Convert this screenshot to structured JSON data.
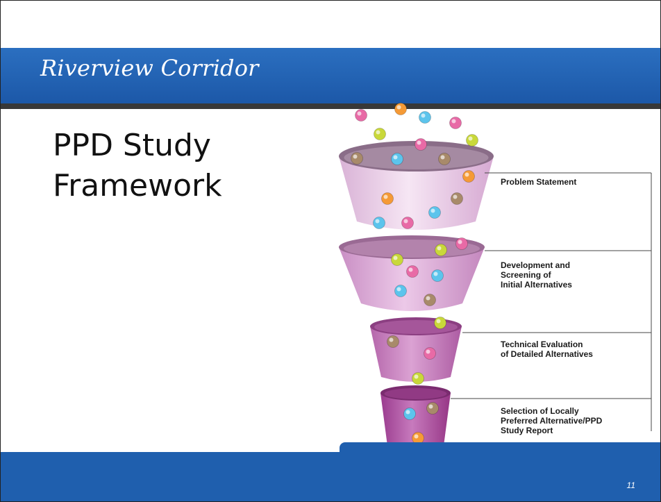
{
  "header": {
    "title": "Riverview Corridor"
  },
  "slide": {
    "title_line1": "PPD Study",
    "title_line2": "Framework",
    "page_number": "11"
  },
  "stages": [
    {
      "lines": [
        "Problem Statement"
      ]
    },
    {
      "lines": [
        "Development and",
        "Screening of",
        "Initial Alternatives"
      ]
    },
    {
      "lines": [
        "Technical Evaluation",
        "of Detailed Alternatives"
      ]
    },
    {
      "lines": [
        "Selection of Locally",
        "Preferred Alternative/PPD",
        "Study Report"
      ]
    }
  ],
  "colors": {
    "header_blue": "#2b6fc0",
    "footer_blue": "#1f5fae",
    "header_bar": "#383838",
    "funnel_light": "#f0d6ee",
    "funnel_dark": "#a23d95"
  },
  "ball_colors": [
    "#e86aa6",
    "#f59a36",
    "#5cc4ec",
    "#c9d83a",
    "#a88a6a"
  ]
}
